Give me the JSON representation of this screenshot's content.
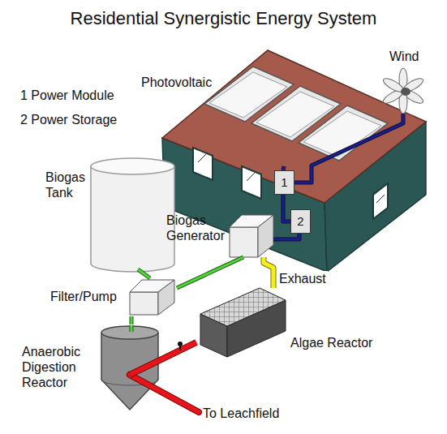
{
  "diagram": {
    "title": "Residential Synergistic Energy System",
    "nodes": [
      {
        "text": [
          "Photovoltaic"
        ]
      },
      {
        "text": [
          "Wind"
        ]
      },
      {
        "text": [
          "Biogas Tank"
        ]
      },
      {
        "text": [
          "1"
        ]
      },
      {
        "text": [
          "Biogas Generator"
        ]
      },
      {
        "text": [
          "2"
        ]
      },
      {
        "text": [
          "Filter/Pump"
        ]
      },
      {
        "text": [
          "Algae Reactor"
        ]
      },
      {
        "text": [
          "Anaerobic Digestion Reactor"
        ]
      }
    ],
    "edges": [
      {
        "from": 0,
        "to": 3,
        "arrow": "none"
      },
      {
        "from": 1,
        "to": 3,
        "arrow": "none"
      },
      {
        "from": 3,
        "to": 5,
        "arrow": "none"
      },
      {
        "from": 4,
        "to": 5,
        "arrow": "none"
      },
      {
        "from": 2,
        "to": 6,
        "arrow": "none"
      },
      {
        "from": 6,
        "to": 4,
        "arrow": "none"
      },
      {
        "from": 8,
        "to": 6,
        "arrow": "none"
      },
      {
        "from": 4,
        "to": 7,
        "label": "Exhaust",
        "arrow": "none"
      },
      {
        "from": 8,
        "to": 7,
        "arrow": "none"
      }
    ],
    "labels": [
      "1 Power Module",
      "2 Power Storage",
      "To Leachfield"
    ]
  }
}
